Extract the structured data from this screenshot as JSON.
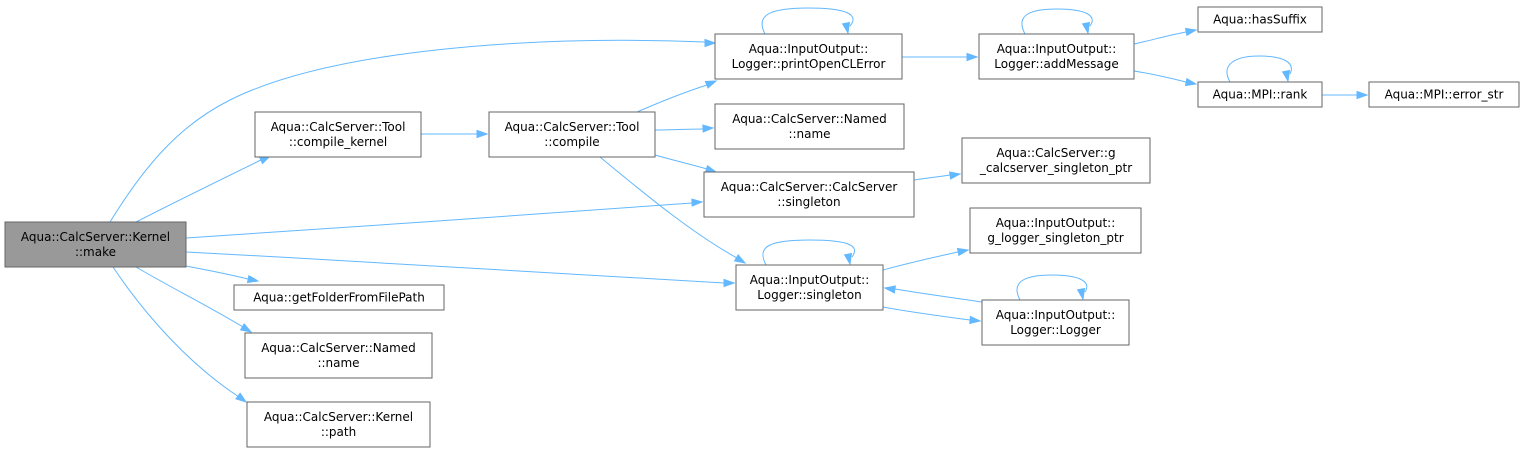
{
  "graph": {
    "colors": {
      "edge": "#63b8ff",
      "node_border": "#666666",
      "root_fill": "#999999",
      "node_fill": "#ffffff"
    },
    "nodes": [
      {
        "id": "make",
        "lines": [
          "Aqua::CalcServer::Kernel",
          "::make"
        ],
        "root": true
      },
      {
        "id": "tool_compile_kernel",
        "lines": [
          "Aqua::CalcServer::Tool",
          "::compile_kernel"
        ]
      },
      {
        "id": "tool_compile",
        "lines": [
          "Aqua::CalcServer::Tool",
          "::compile"
        ]
      },
      {
        "id": "print_opencl_error",
        "lines": [
          "Aqua::InputOutput::",
          "Logger::printOpenCLError"
        ]
      },
      {
        "id": "add_message",
        "lines": [
          "Aqua::InputOutput::",
          "Logger::addMessage"
        ]
      },
      {
        "id": "has_suffix",
        "lines": [
          "Aqua::hasSuffix"
        ]
      },
      {
        "id": "mpi_rank",
        "lines": [
          "Aqua::MPI::rank"
        ]
      },
      {
        "id": "mpi_error_str",
        "lines": [
          "Aqua::MPI::error_str"
        ]
      },
      {
        "id": "named_name_upper",
        "lines": [
          "Aqua::CalcServer::Named",
          "::name"
        ]
      },
      {
        "id": "calcserver_singleton",
        "lines": [
          "Aqua::CalcServer::CalcServer",
          "::singleton"
        ]
      },
      {
        "id": "g_calcserver_ptr",
        "lines": [
          "Aqua::CalcServer::g",
          "_calcserver_singleton_ptr"
        ]
      },
      {
        "id": "g_logger_ptr",
        "lines": [
          "Aqua::InputOutput::",
          "g_logger_singleton_ptr"
        ]
      },
      {
        "id": "logger_singleton",
        "lines": [
          "Aqua::InputOutput::",
          "Logger::singleton"
        ]
      },
      {
        "id": "logger_ctor",
        "lines": [
          "Aqua::InputOutput::",
          "Logger::Logger"
        ]
      },
      {
        "id": "get_folder",
        "lines": [
          "Aqua::getFolderFromFilePath"
        ]
      },
      {
        "id": "named_name_lower",
        "lines": [
          "Aqua::CalcServer::Named",
          "::name"
        ]
      },
      {
        "id": "kernel_path",
        "lines": [
          "Aqua::CalcServer::Kernel",
          "::path"
        ]
      }
    ],
    "edges": [
      {
        "from": "make",
        "to": "print_opencl_error"
      },
      {
        "from": "make",
        "to": "tool_compile_kernel"
      },
      {
        "from": "make",
        "to": "calcserver_singleton"
      },
      {
        "from": "make",
        "to": "logger_singleton"
      },
      {
        "from": "make",
        "to": "get_folder"
      },
      {
        "from": "make",
        "to": "named_name_lower"
      },
      {
        "from": "make",
        "to": "kernel_path"
      },
      {
        "from": "tool_compile_kernel",
        "to": "tool_compile"
      },
      {
        "from": "tool_compile",
        "to": "print_opencl_error"
      },
      {
        "from": "tool_compile",
        "to": "named_name_upper"
      },
      {
        "from": "tool_compile",
        "to": "calcserver_singleton"
      },
      {
        "from": "tool_compile",
        "to": "logger_singleton"
      },
      {
        "from": "print_opencl_error",
        "to": "print_opencl_error"
      },
      {
        "from": "print_opencl_error",
        "to": "add_message"
      },
      {
        "from": "add_message",
        "to": "add_message"
      },
      {
        "from": "add_message",
        "to": "has_suffix"
      },
      {
        "from": "add_message",
        "to": "mpi_rank"
      },
      {
        "from": "mpi_rank",
        "to": "mpi_rank"
      },
      {
        "from": "mpi_rank",
        "to": "mpi_error_str"
      },
      {
        "from": "calcserver_singleton",
        "to": "g_calcserver_ptr"
      },
      {
        "from": "logger_singleton",
        "to": "logger_singleton"
      },
      {
        "from": "logger_singleton",
        "to": "g_logger_ptr"
      },
      {
        "from": "logger_singleton",
        "to": "logger_ctor"
      },
      {
        "from": "logger_ctor",
        "to": "logger_ctor"
      },
      {
        "from": "logger_ctor",
        "to": "logger_singleton"
      }
    ]
  }
}
